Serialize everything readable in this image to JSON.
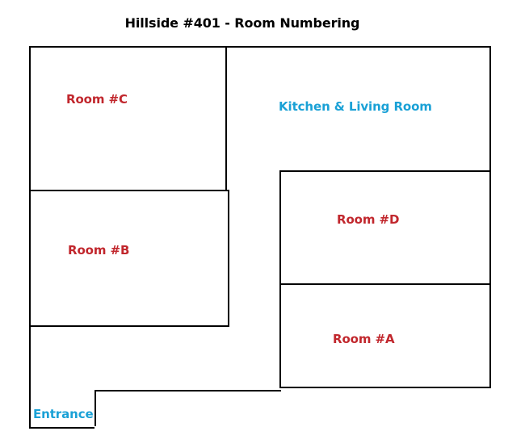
{
  "title": "Hillside #401 - Room Numbering",
  "colors": {
    "walls": "#000000",
    "room_label": "#c1272d",
    "area_label": "#1aa1d6",
    "background": "#ffffff"
  },
  "rooms": {
    "room_c": "Room #C",
    "room_b": "Room #B",
    "room_d": "Room #D",
    "room_a": "Room #A"
  },
  "areas": {
    "kitchen_living": "Kitchen & Living Room",
    "entrance": "Entrance"
  }
}
